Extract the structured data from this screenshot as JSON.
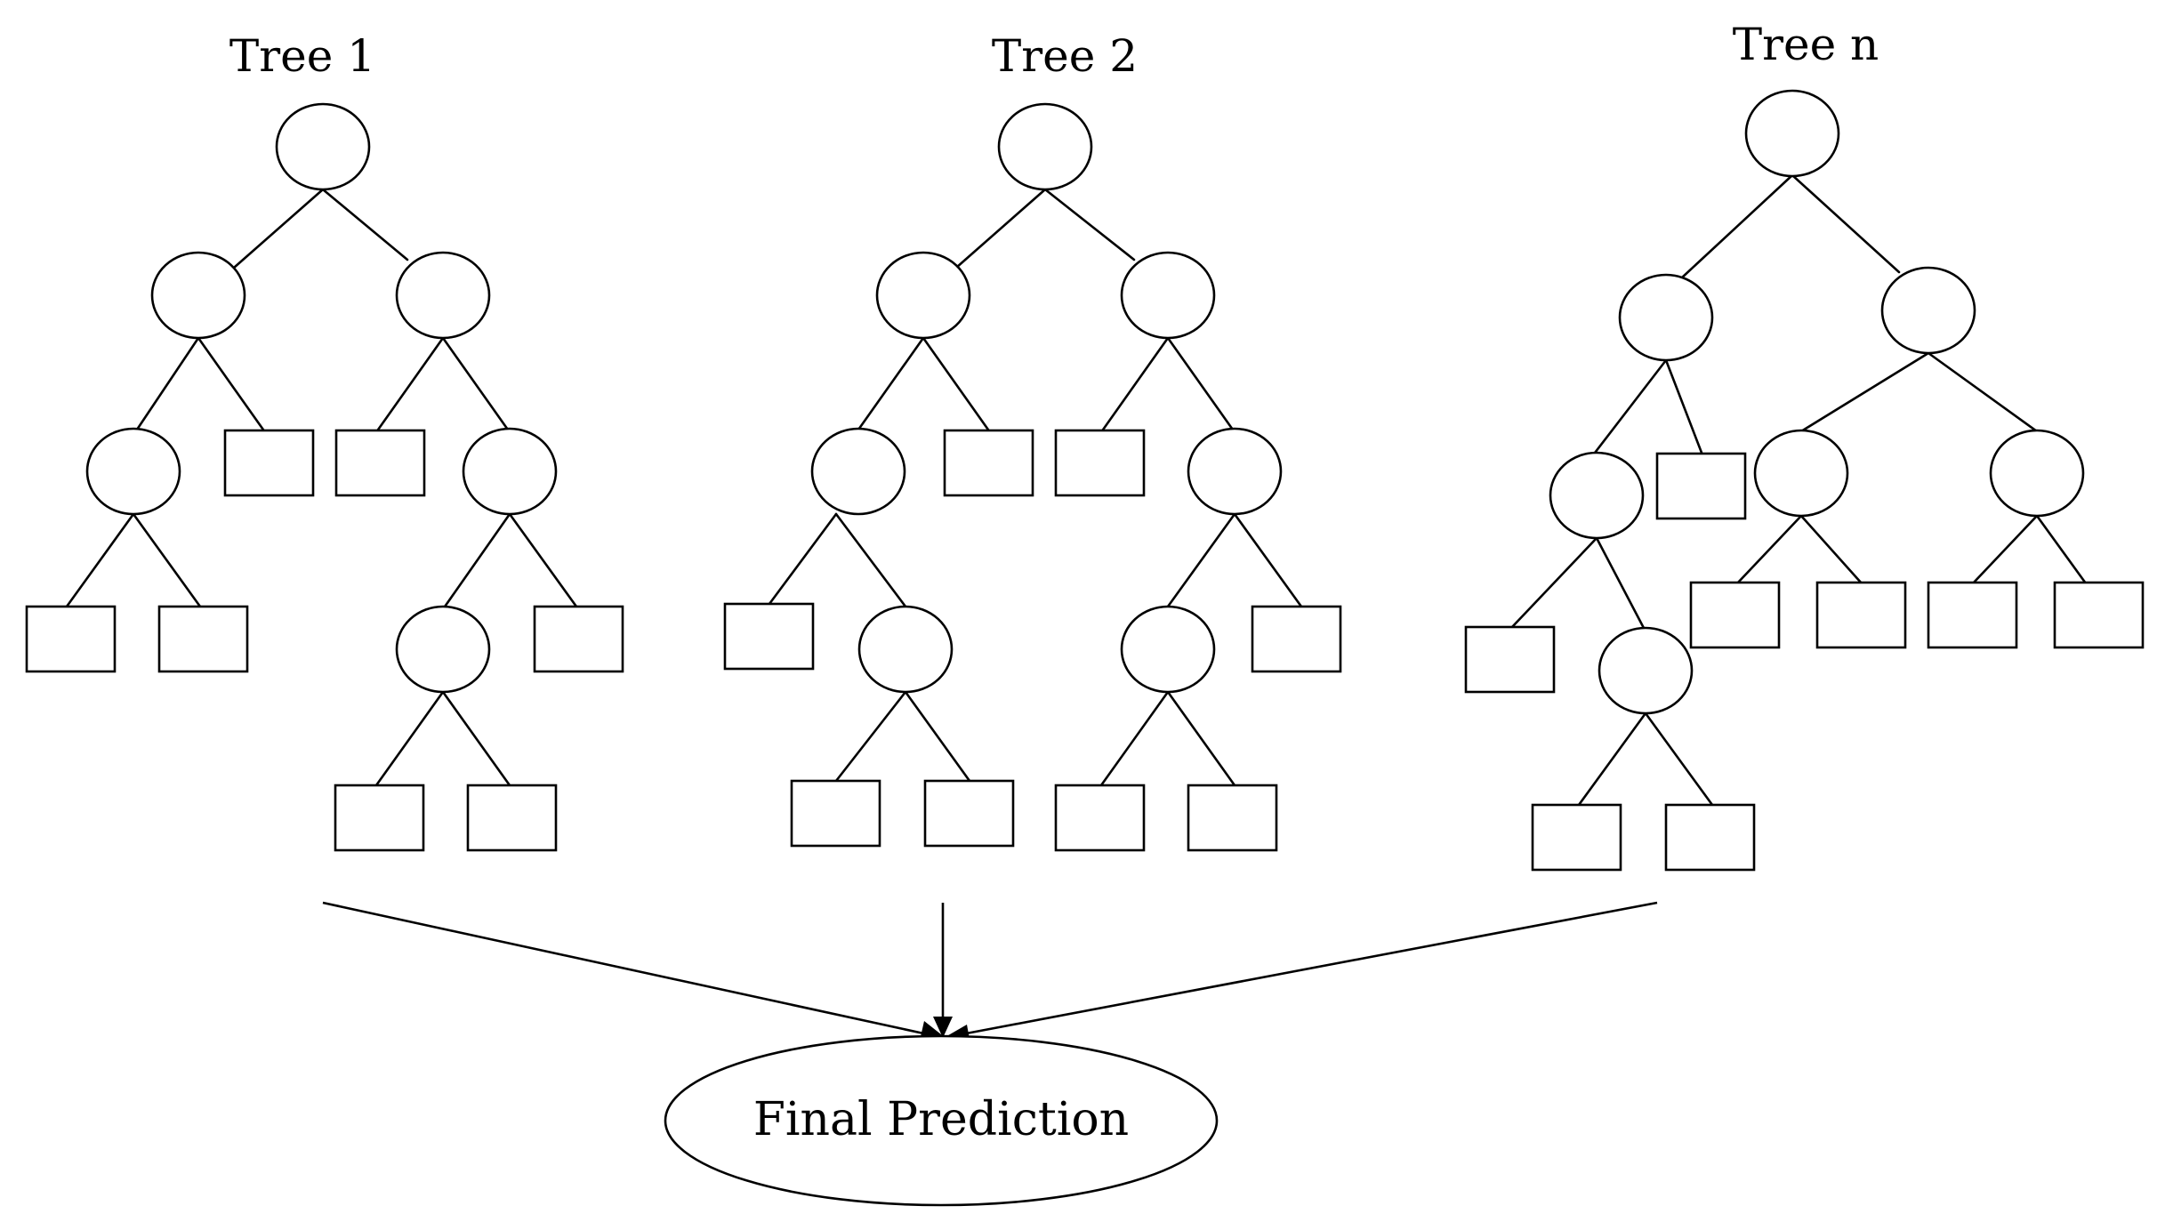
{
  "diagram": {
    "trees": [
      {
        "id": "tree-1",
        "title": "Tree 1"
      },
      {
        "id": "tree-2",
        "title": "Tree 2"
      },
      {
        "id": "tree-n",
        "title": "Tree n"
      }
    ],
    "final": {
      "label": "Final Prediction"
    },
    "colors": {
      "stroke": "#000000",
      "background": "#ffffff"
    }
  }
}
